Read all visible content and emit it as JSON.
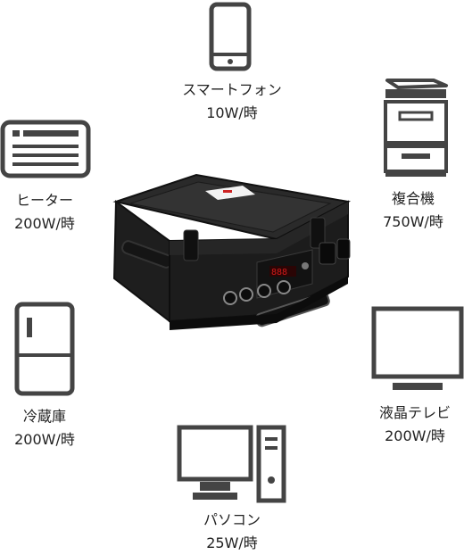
{
  "devices": [
    {
      "name": "スマートフォン",
      "power": "10W/時",
      "icon": "smartphone-icon"
    },
    {
      "name": "ヒーター",
      "power": "200W/時",
      "icon": "heater-icon"
    },
    {
      "name": "複合機",
      "power": "750W/時",
      "icon": "printer-icon"
    },
    {
      "name": "冷蔵庫",
      "power": "200W/時",
      "icon": "refrigerator-icon"
    },
    {
      "name": "液晶テレビ",
      "power": "200W/時",
      "icon": "tv-icon"
    },
    {
      "name": "パソコン",
      "power": "25W/時",
      "icon": "desktop-pc-icon"
    }
  ],
  "colors": {
    "icon": "#444444",
    "case": "#1c1c1c",
    "display": "#d21a1a"
  },
  "center_product": {
    "icon": "portable-power-station-case"
  }
}
